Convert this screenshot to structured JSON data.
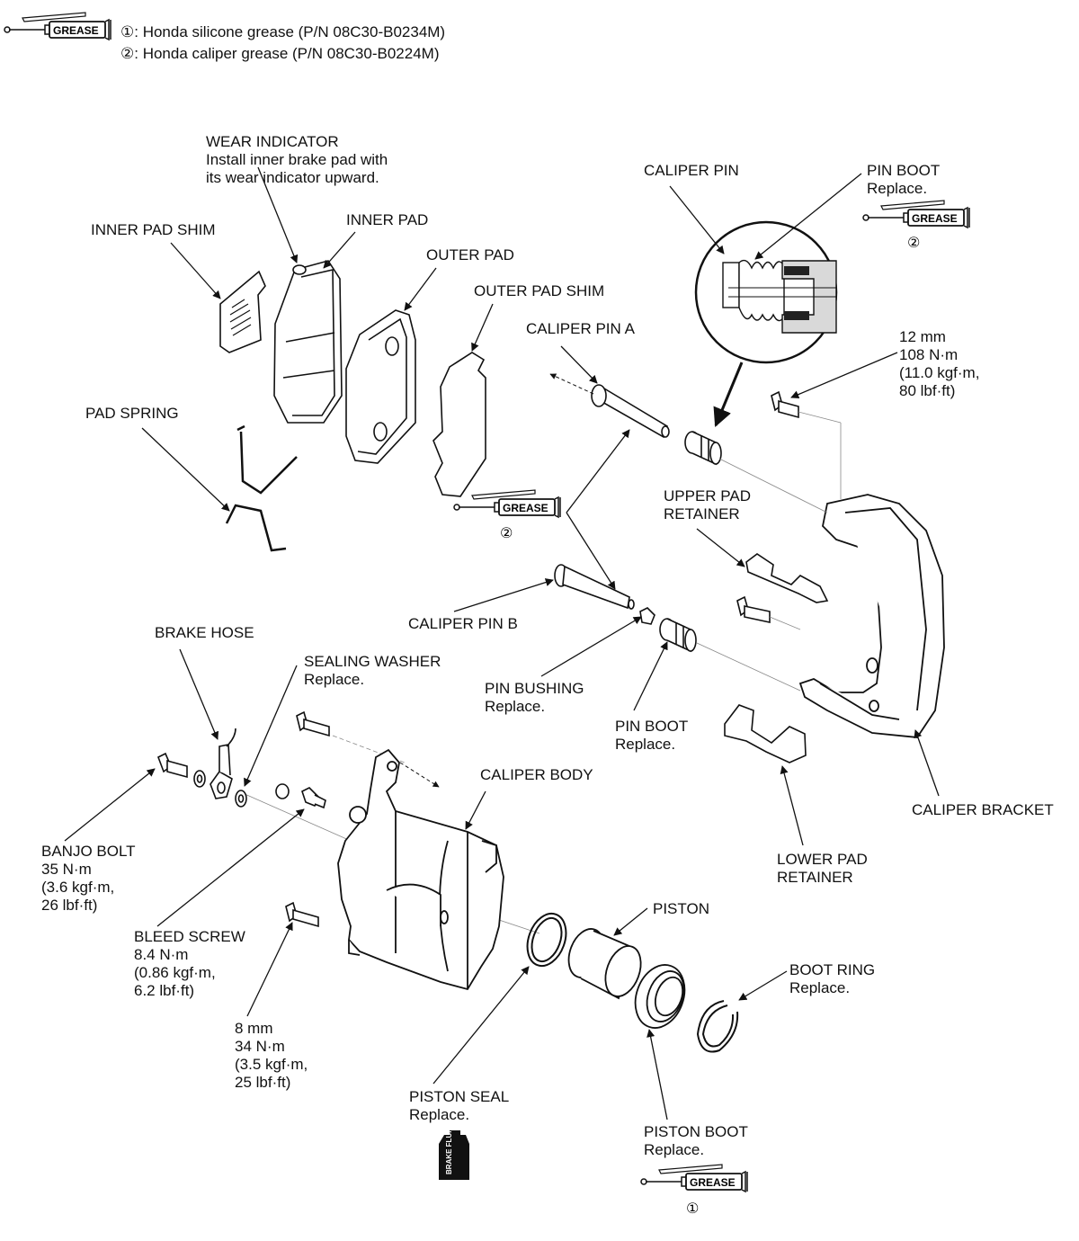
{
  "legend": {
    "items": [
      {
        "marker": "①",
        "text": ": Honda silicone grease (P/N 08C30-B0234M)"
      },
      {
        "marker": "②",
        "text": ": Honda caliper grease (P/N 08C30-B0224M)"
      }
    ]
  },
  "grease_label": "GREASE",
  "brake_fluid_label": "BRAKE FLUID",
  "grease_markers": {
    "pin_boot": "②",
    "caliper_pins": "②",
    "piston_boot": "①"
  },
  "labels": {
    "wear_indicator": "WEAR INDICATOR\nInstall inner brake pad with\nits wear indicator upward.",
    "inner_pad_shim": "INNER PAD SHIM",
    "inner_pad": "INNER PAD",
    "outer_pad": "OUTER PAD",
    "outer_pad_shim": "OUTER PAD SHIM",
    "caliper_pin": "CALIPER PIN",
    "pin_boot_top": "PIN BOOT\nReplace.",
    "caliper_pin_a": "CALIPER PIN A",
    "bracket_bolt": "12 mm\n108 N·m\n(11.0 kgf·m,\n80 lbf·ft)",
    "pad_spring": "PAD SPRING",
    "upper_pad_retainer": "UPPER PAD\nRETAINER",
    "caliper_pin_b": "CALIPER PIN B",
    "brake_hose": "BRAKE HOSE",
    "sealing_washer": "SEALING WASHER\nReplace.",
    "pin_bushing": "PIN BUSHING\nReplace.",
    "pin_boot_bottom": "PIN BOOT\nReplace.",
    "caliper_body": "CALIPER BODY",
    "caliper_bracket": "CALIPER BRACKET",
    "banjo_bolt": "BANJO BOLT\n35 N·m\n(3.6 kgf·m,\n26 lbf·ft)",
    "lower_pad_retainer": "LOWER PAD\nRETAINER",
    "bleed_screw": "BLEED SCREW\n8.4 N·m\n(0.86 kgf·m,\n6.2 lbf·ft)",
    "piston": "PISTON",
    "boot_ring": "BOOT RING\nReplace.",
    "caliper_bolt": "8 mm\n34 N·m\n(3.5 kgf·m,\n25 lbf·ft)",
    "piston_seal": "PISTON SEAL\nReplace.",
    "piston_boot": "PISTON BOOT\nReplace."
  }
}
